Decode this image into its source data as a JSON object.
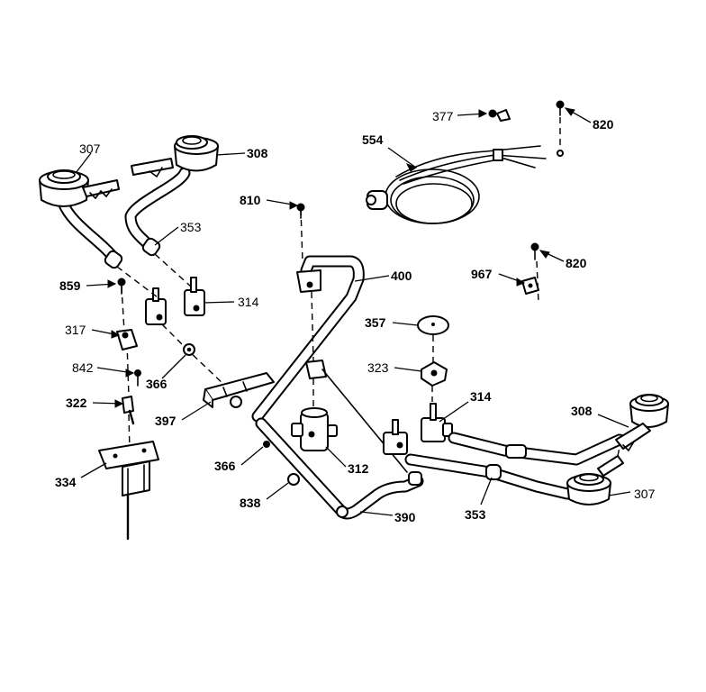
{
  "diagram": {
    "callouts": [
      {
        "id": "c307a",
        "text": "307"
      },
      {
        "id": "c308a",
        "text": "308"
      },
      {
        "id": "c353a",
        "text": "353"
      },
      {
        "id": "c314a",
        "text": "314"
      },
      {
        "id": "c859",
        "text": "859"
      },
      {
        "id": "c317",
        "text": "317"
      },
      {
        "id": "c842",
        "text": "842"
      },
      {
        "id": "c366a",
        "text": "366"
      },
      {
        "id": "c322",
        "text": "322"
      },
      {
        "id": "c397",
        "text": "397"
      },
      {
        "id": "c334",
        "text": "334"
      },
      {
        "id": "c366b",
        "text": "366"
      },
      {
        "id": "c838",
        "text": "838"
      },
      {
        "id": "c810",
        "text": "810"
      },
      {
        "id": "c400",
        "text": "400"
      },
      {
        "id": "c312",
        "text": "312"
      },
      {
        "id": "c390",
        "text": "390"
      },
      {
        "id": "c377",
        "text": "377"
      },
      {
        "id": "c820a",
        "text": "820"
      },
      {
        "id": "c554",
        "text": "554"
      },
      {
        "id": "c820b",
        "text": "820"
      },
      {
        "id": "c967",
        "text": "967"
      },
      {
        "id": "c357",
        "text": "357"
      },
      {
        "id": "c323",
        "text": "323"
      },
      {
        "id": "c314b",
        "text": "314"
      },
      {
        "id": "c308b",
        "text": "308"
      },
      {
        "id": "c307b",
        "text": "307"
      },
      {
        "id": "c353b",
        "text": "353"
      }
    ]
  }
}
